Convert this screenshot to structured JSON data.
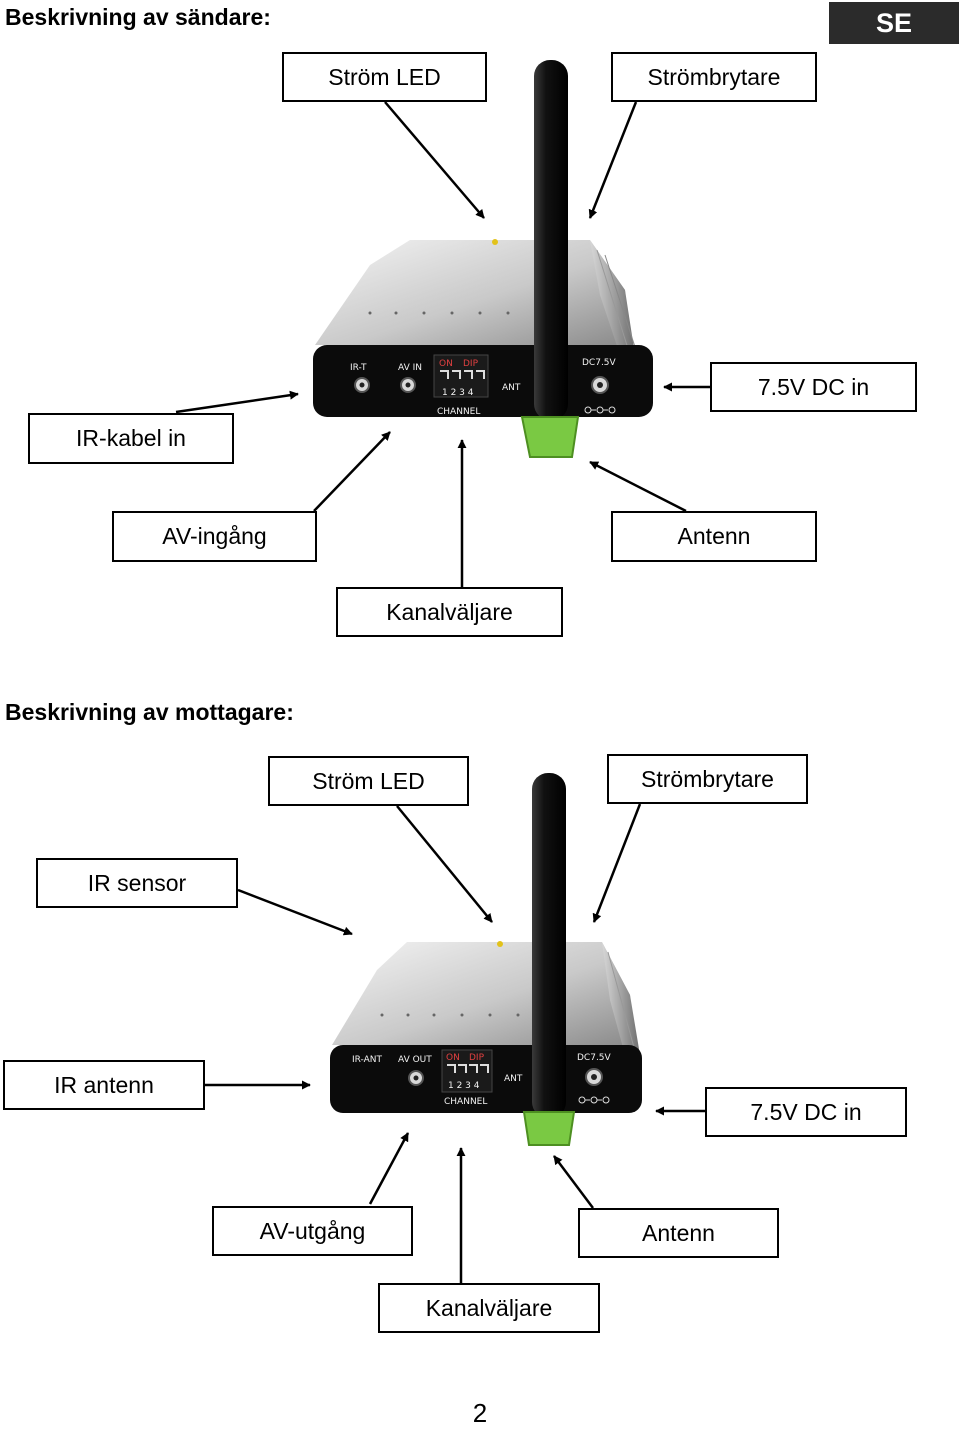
{
  "header": {
    "language_badge": "SE"
  },
  "transmitter": {
    "heading": "Beskrivning av sändare:",
    "labels": {
      "power_led": "Ström LED",
      "power_switch": "Strömbrytare",
      "dc_in": "7.5V DC in",
      "ir_cable_in": "IR-kabel in",
      "av_input": "AV-ingång",
      "antenna": "Antenn",
      "channel_selector": "Kanalväljare"
    },
    "device_text": {
      "ir_port": "IR-T",
      "av_port": "AV IN",
      "dip_on": "ON",
      "dip_label": "DIP",
      "dip_numbers": "1 2 3 4",
      "channel": "CHANNEL",
      "ant": "ANT",
      "dc": "DC7.5V"
    }
  },
  "receiver": {
    "heading": "Beskrivning av mottagare:",
    "labels": {
      "power_led": "Ström LED",
      "power_switch": "Strömbrytare",
      "ir_sensor": "IR sensor",
      "ir_antenna": "IR antenn",
      "dc_in": "7.5V DC in",
      "av_output": "AV-utgång",
      "antenna": "Antenn",
      "channel_selector": "Kanalväljare"
    },
    "device_text": {
      "ir_port": "IR-ANT",
      "av_port": "AV OUT",
      "dip_on": "ON",
      "dip_label": "DIP",
      "dip_numbers": "1 2 3 4",
      "channel": "CHANNEL",
      "ant": "ANT",
      "dc": "DC7.5V"
    }
  },
  "footer": {
    "page_number": "2"
  }
}
